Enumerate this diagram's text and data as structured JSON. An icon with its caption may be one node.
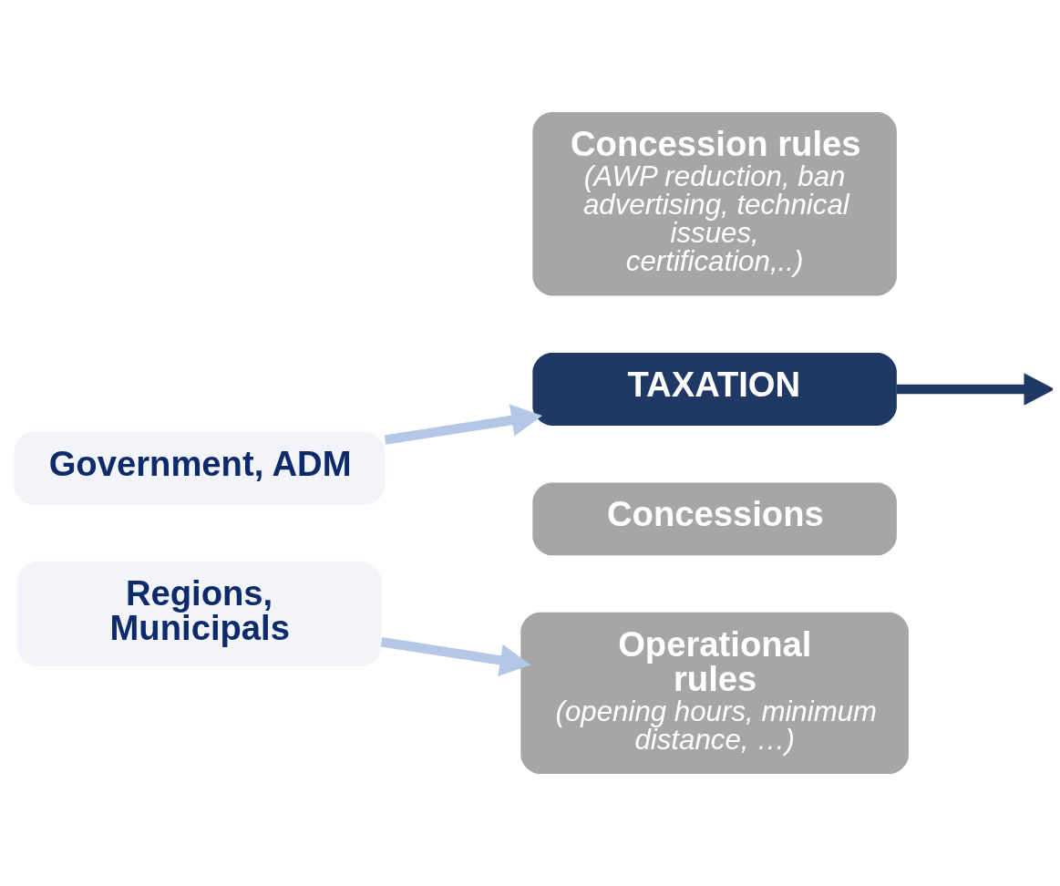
{
  "diagram": {
    "nodes": [
      {
        "text": [
          "Government, ADM"
        ]
      },
      {
        "text": [
          "Concession rules",
          "(AWP reduction, ban advertising, technical issues, certification,..)"
        ]
      },
      {
        "text": [
          "TAXATION"
        ]
      },
      {
        "text": [
          "Concessions"
        ]
      },
      {
        "text": [
          "Regions, Municipals"
        ]
      },
      {
        "text": [
          "Operational rules",
          "(opening hours, minimum distance, …)"
        ]
      }
    ],
    "edges": [
      {
        "from": 0,
        "to": 2,
        "arrow": "to"
      },
      {
        "from": 2,
        "to": null,
        "arrow": "to",
        "color": "#1f3864"
      },
      {
        "from": 4,
        "to": 5,
        "arrow": "to"
      }
    ]
  }
}
